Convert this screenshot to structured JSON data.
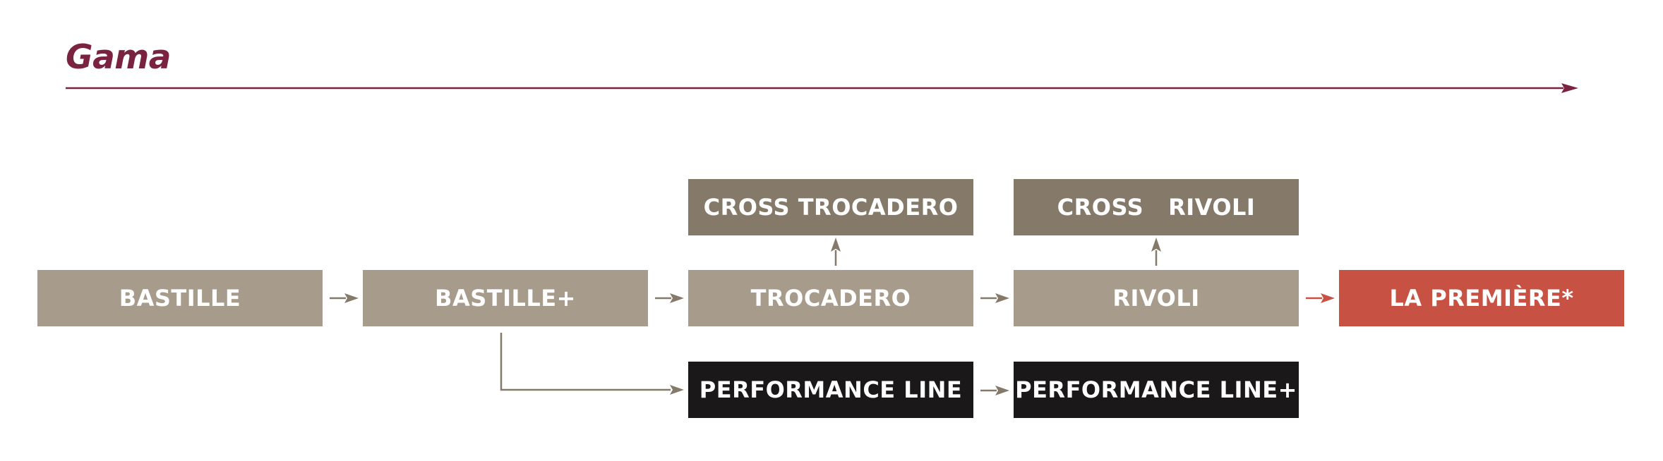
{
  "header": {
    "title": "Gama"
  },
  "colors": {
    "title": "#7a2340",
    "axis_arrow": "#7a2340",
    "light_box": "#a79b8b",
    "dark_box": "#857a6a",
    "black_box": "#1a1818",
    "accent_box": "#c75244",
    "connector": "#857a6a",
    "accent_connector": "#c75244"
  },
  "diagram": {
    "main_row": [
      {
        "id": "bastille",
        "label": "BASTILLE"
      },
      {
        "id": "bastille-plus",
        "label": "BASTILLE+"
      },
      {
        "id": "trocadero",
        "label": "TROCADERO"
      },
      {
        "id": "rivoli",
        "label": "RIVOLI"
      },
      {
        "id": "la-premiere",
        "label": "LA PREMIÈRE*"
      }
    ],
    "top_row": [
      {
        "id": "cross-trocadero",
        "label": "CROSS TROCADERO"
      },
      {
        "id": "cross-rivoli",
        "label": "CROSS   RIVOLI"
      }
    ],
    "bottom_row": [
      {
        "id": "performance-line",
        "label": "PERFORMANCE LINE"
      },
      {
        "id": "performance-line-plus",
        "label": "PERFORMANCE LINE+"
      }
    ]
  }
}
